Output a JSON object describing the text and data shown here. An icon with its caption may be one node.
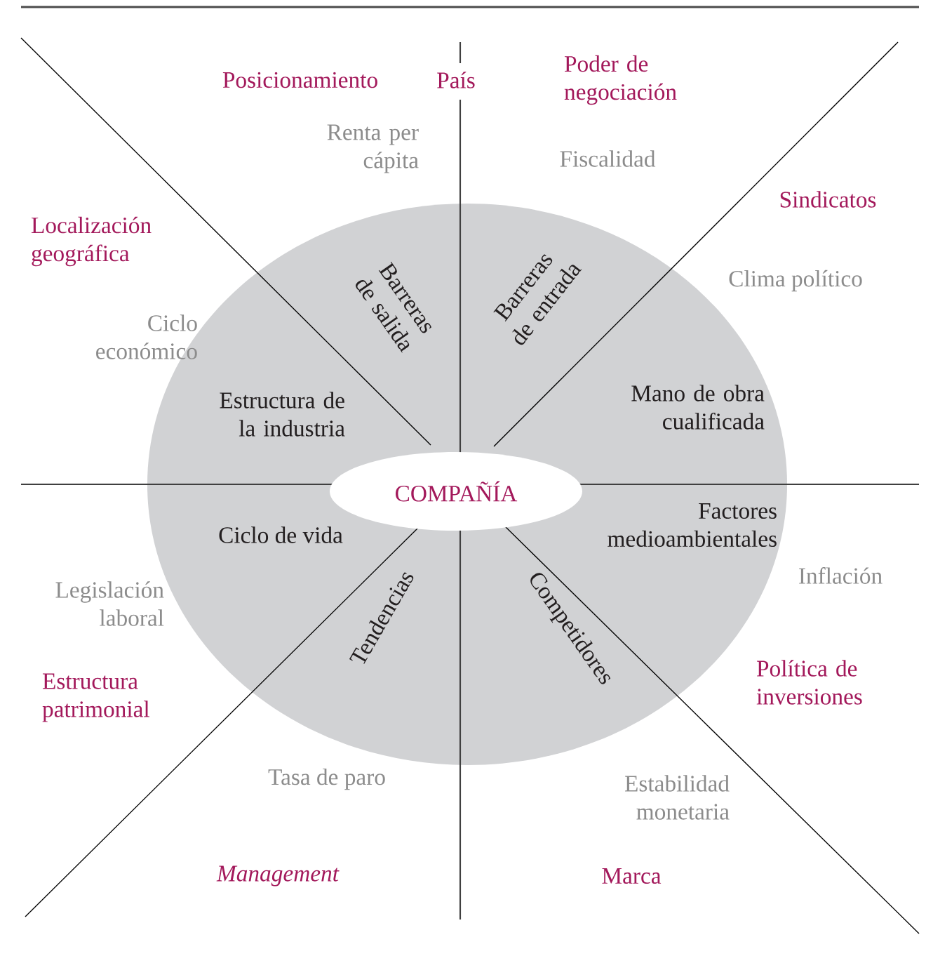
{
  "diagram": {
    "nodes": [
      {
        "text": [
          "COMPAÑÍA"
        ]
      }
    ],
    "labels": [
      "Posicionamiento",
      "País",
      "Poder de negociación",
      "Renta per cápita",
      "Fiscalidad",
      "Sindicatos",
      "Localización geográfica",
      "Clima político",
      "Barreras de salida",
      "Barreras de entrada",
      "Ciclo económico",
      "Estructura de la industria",
      "Mano de obra cualificada",
      "Factores medioambientales",
      "Ciclo de vida",
      "Inflación",
      "Legislación laboral",
      "Tendencias",
      "Competidores",
      "Estructura patrimonial",
      "Política de inversiones",
      "Tasa de paro",
      "Estabilidad monetaria",
      "Management",
      "Marca"
    ]
  }
}
